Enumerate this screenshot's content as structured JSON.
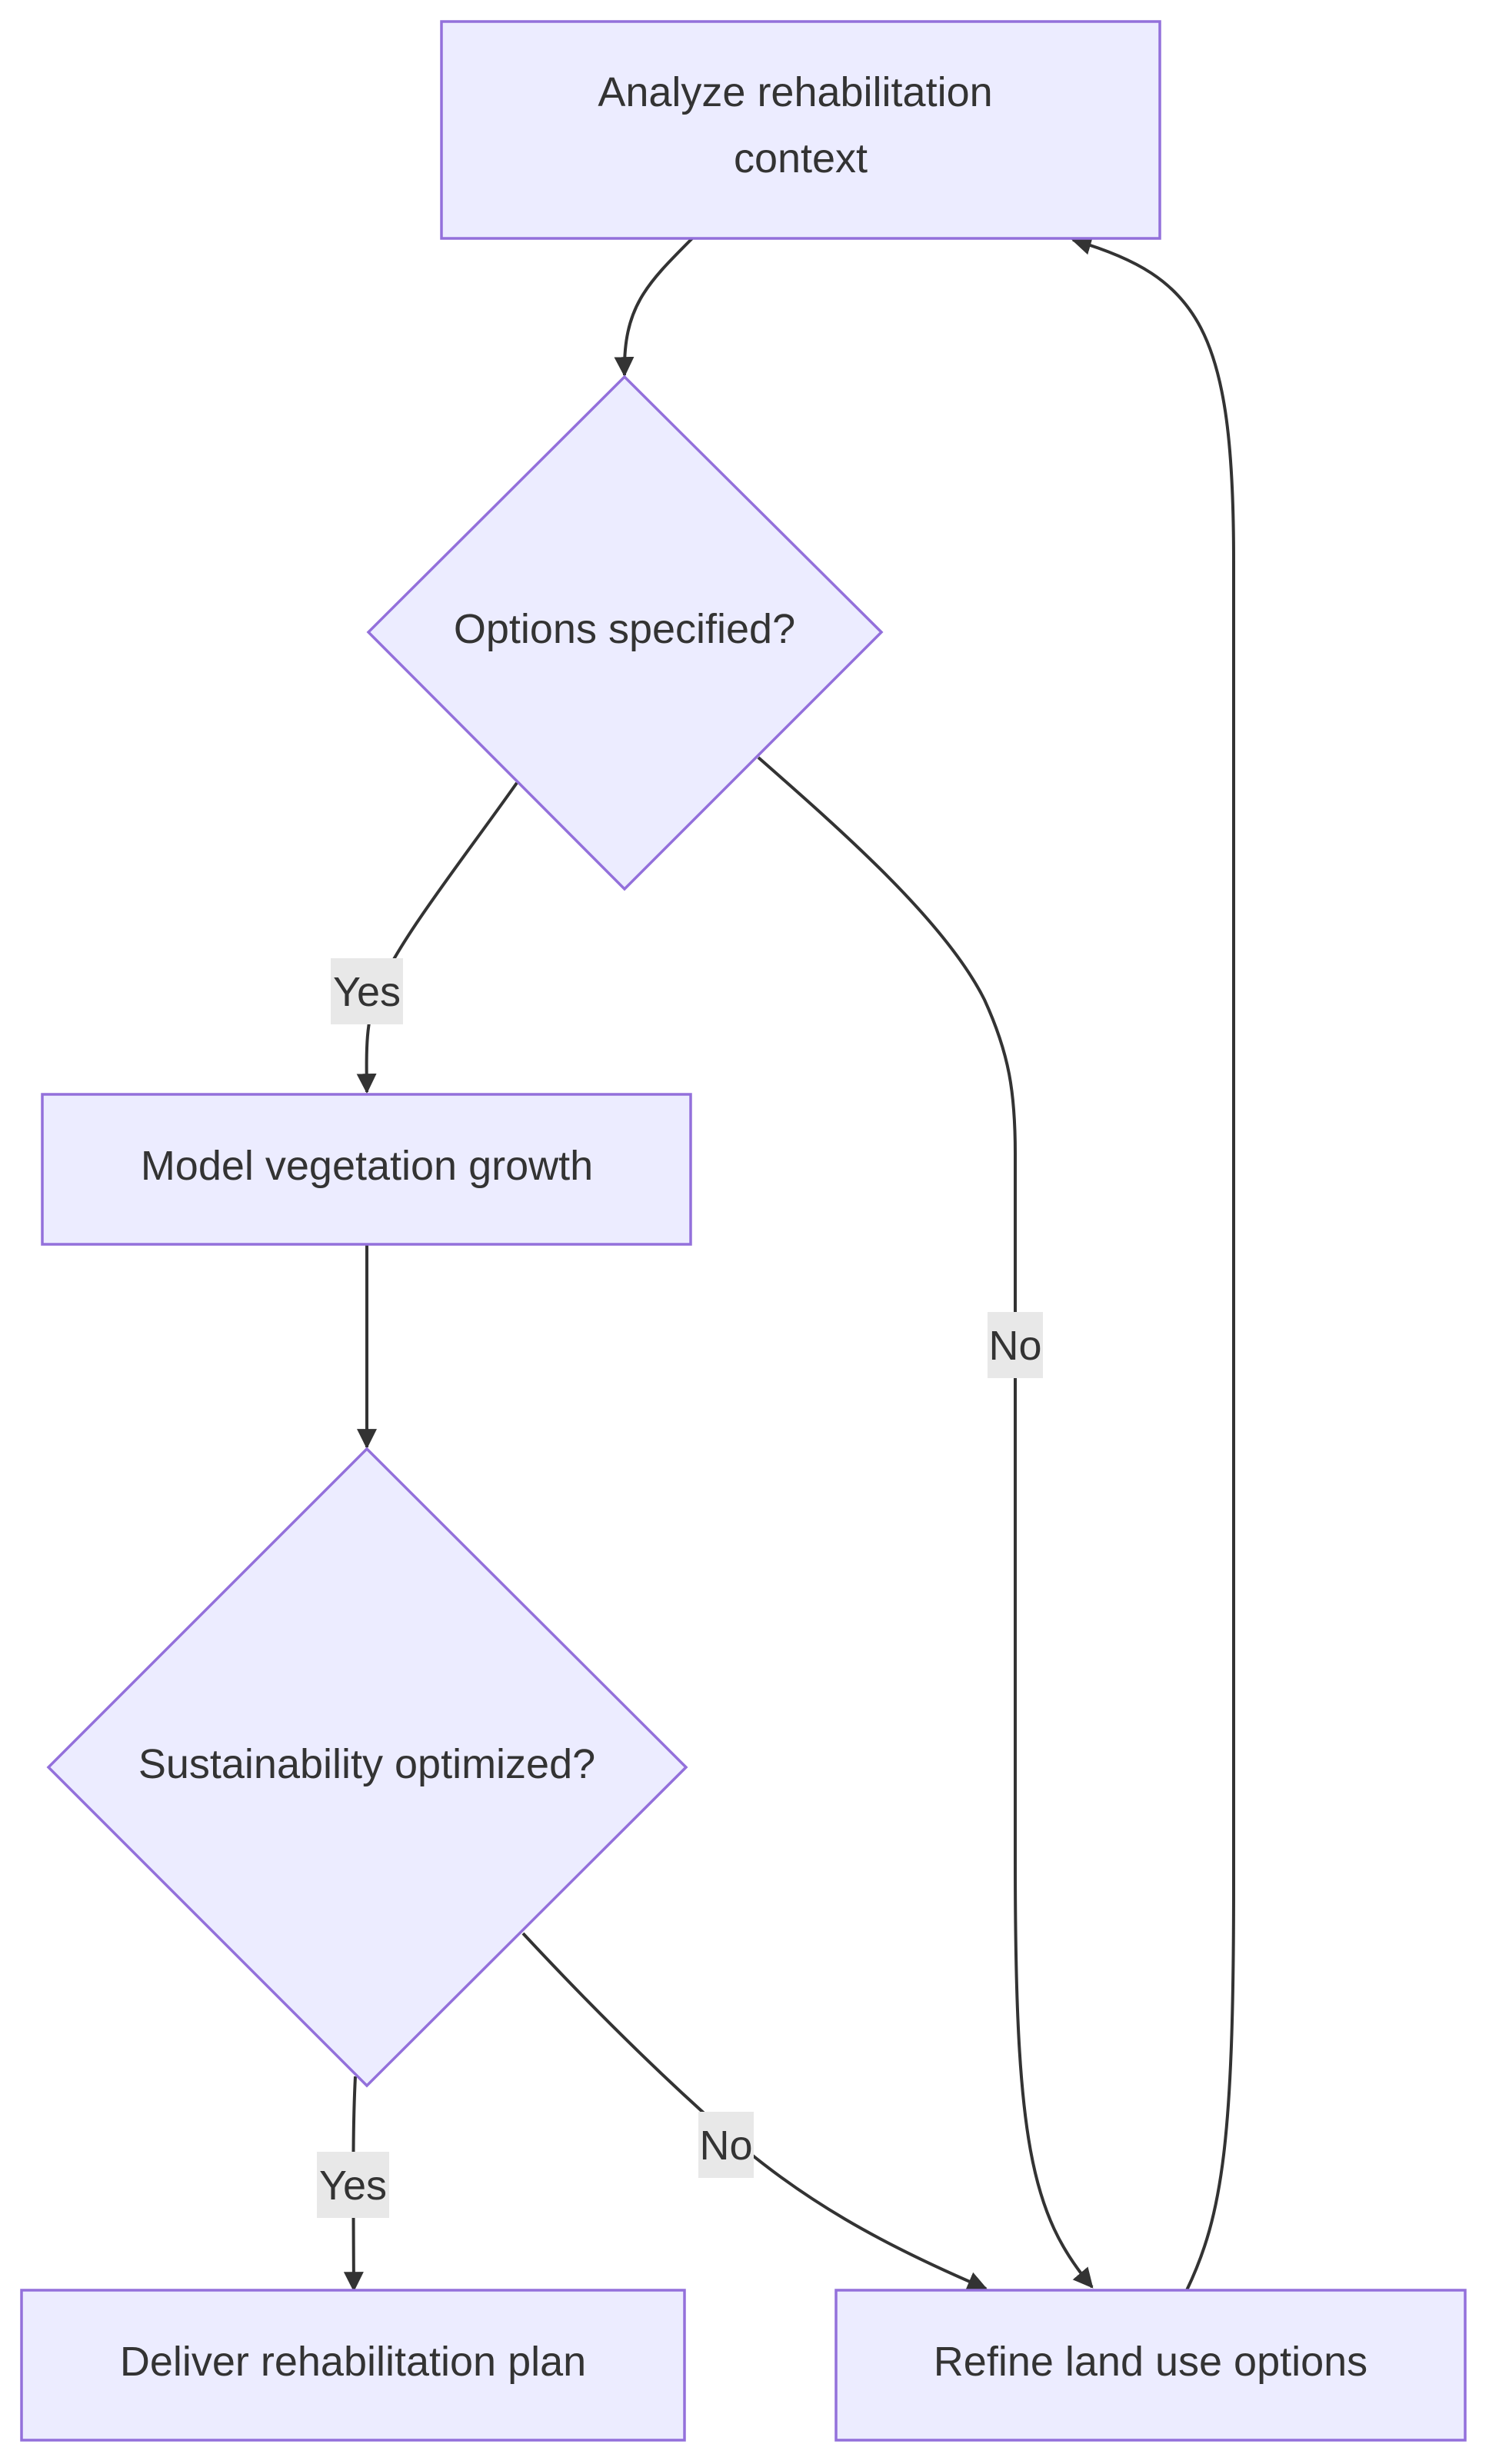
{
  "diagram": {
    "type": "flowchart",
    "colors": {
      "node_fill": "#ececff",
      "node_stroke": "#9370db",
      "edge_stroke": "#333333",
      "text": "#333333",
      "label_background": "#e8e8e8"
    },
    "nodes": {
      "analyze": {
        "label_line1": "Analyze rehabilitation",
        "label_line2": "context",
        "shape": "rectangle"
      },
      "options": {
        "label": "Options specified?",
        "shape": "diamond"
      },
      "model": {
        "label": "Model vegetation growth",
        "shape": "rectangle"
      },
      "sustain": {
        "label": "Sustainability optimized?",
        "shape": "diamond"
      },
      "deliver": {
        "label": "Deliver rehabilitation plan",
        "shape": "rectangle"
      },
      "refine": {
        "label": "Refine land use options",
        "shape": "rectangle"
      }
    },
    "edges": {
      "analyze_to_options": {
        "from": "Analyze rehabilitation context",
        "to": "Options specified?",
        "label": ""
      },
      "options_yes": {
        "from": "Options specified?",
        "to": "Model vegetation growth",
        "label": "Yes"
      },
      "options_no": {
        "from": "Options specified?",
        "to": "Refine land use options",
        "label": "No"
      },
      "model_to_sustain": {
        "from": "Model vegetation growth",
        "to": "Sustainability optimized?",
        "label": ""
      },
      "sustain_yes": {
        "from": "Sustainability optimized?",
        "to": "Deliver rehabilitation plan",
        "label": "Yes"
      },
      "sustain_no": {
        "from": "Sustainability optimized?",
        "to": "Refine land use options",
        "label": "No"
      },
      "refine_to_analyze": {
        "from": "Refine land use options",
        "to": "Analyze rehabilitation context",
        "label": ""
      }
    }
  }
}
